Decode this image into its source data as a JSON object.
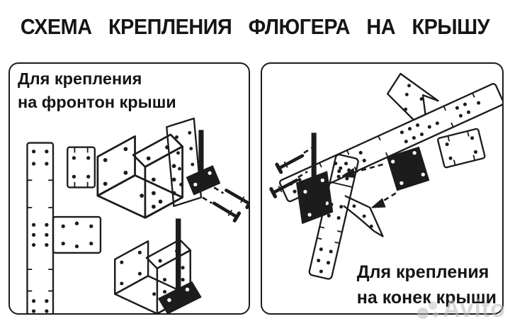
{
  "page": {
    "title": "СХЕМА КРЕПЛЕНИЯ ФЛЮГЕРА НА КРЫШУ",
    "background": "#ffffff"
  },
  "colors": {
    "ink": "#1c1c1c",
    "panel_border": "#1c1c1c",
    "panel_background": "#ffffff",
    "watermark_gray": "#b9b9b9"
  },
  "panels": {
    "gable": {
      "label_line1": "Для крепления",
      "label_line2": "на фронтон крыши"
    },
    "ridge": {
      "label_line1": "Для крепления",
      "label_line2": "на конек крыши"
    }
  },
  "watermark": {
    "text": "Avito"
  }
}
